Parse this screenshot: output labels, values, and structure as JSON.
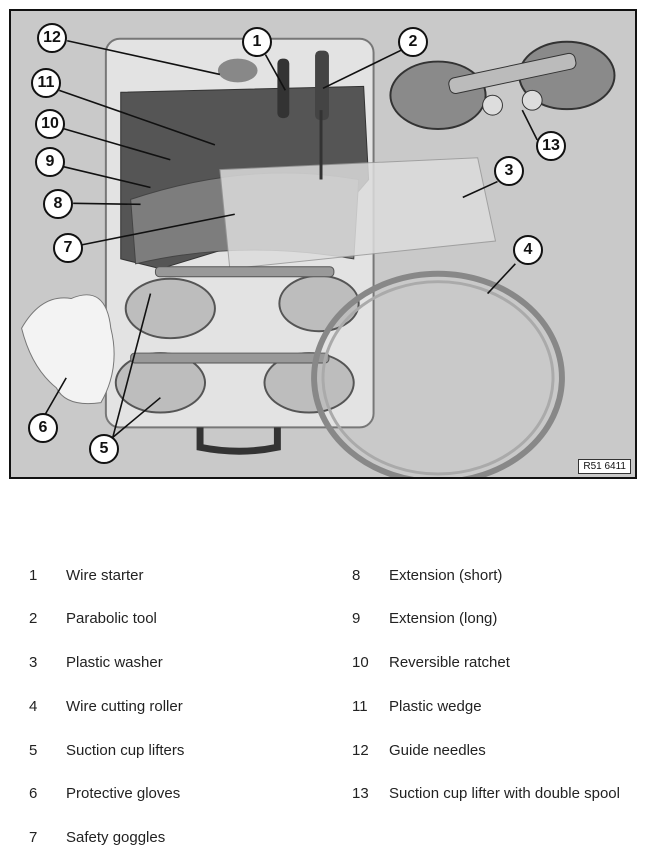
{
  "figure": {
    "reference": "R51 6411",
    "callouts": [
      "1",
      "2",
      "3",
      "4",
      "5",
      "6",
      "7",
      "8",
      "9",
      "10",
      "11",
      "12",
      "13"
    ]
  },
  "legend": {
    "left": [
      {
        "num": "1",
        "label": "Wire starter"
      },
      {
        "num": "2",
        "label": "Parabolic tool"
      },
      {
        "num": "3",
        "label": "Plastic washer"
      },
      {
        "num": "4",
        "label": "Wire cutting roller"
      },
      {
        "num": "5",
        "label": "Suction cup lifters"
      },
      {
        "num": "6",
        "label": "Protective gloves"
      },
      {
        "num": "7",
        "label": "Safety goggles"
      }
    ],
    "right": [
      {
        "num": "8",
        "label": "Extension (short)"
      },
      {
        "num": "9",
        "label": "Extension (long)"
      },
      {
        "num": "10",
        "label": "Reversible ratchet"
      },
      {
        "num": "11",
        "label": "Plastic wedge"
      },
      {
        "num": "12",
        "label": "Guide needles"
      },
      {
        "num": "13",
        "label": "Suction cup lifter with double spool"
      }
    ]
  }
}
